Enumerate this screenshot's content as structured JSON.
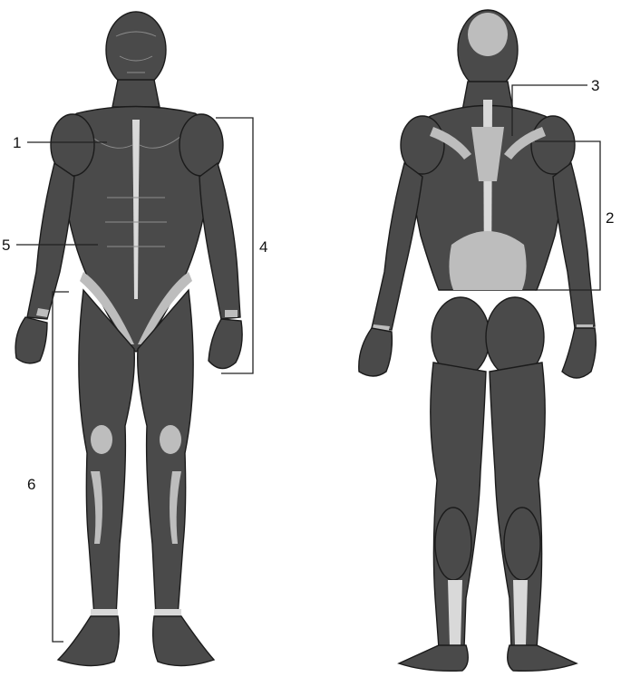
{
  "labels": {
    "front": [
      "1",
      "5",
      "4",
      "6"
    ],
    "back": [
      "3",
      "2"
    ]
  },
  "colors": {
    "background": "#ffffff",
    "muscle": "#4a4a4a",
    "outline": "#1b1b1b",
    "tendon": "#d9d9d9",
    "leader_line": "#222222"
  }
}
